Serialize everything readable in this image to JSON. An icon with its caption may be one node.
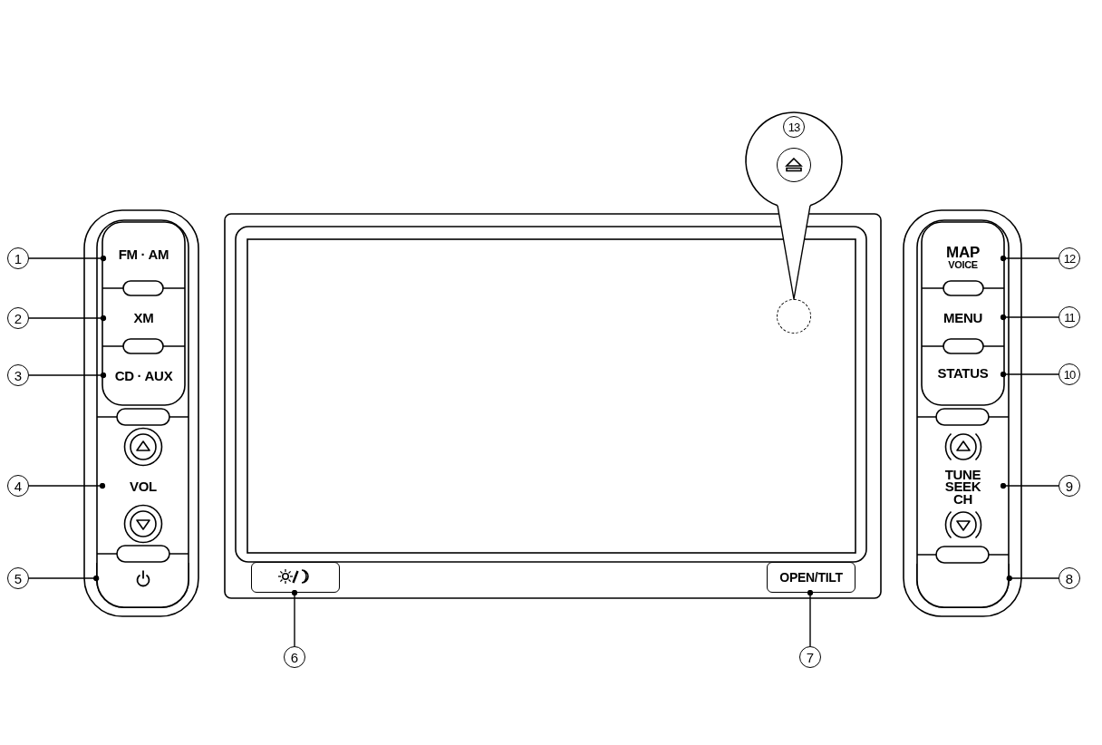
{
  "diagram": {
    "nodes": [
      {
        "text": [
          "13"
        ]
      },
      {
        "text": [],
        "shape": "circle",
        "in": 0
      },
      {
        "text": [],
        "shape": "circle"
      },
      {
        "text": [
          "1"
        ]
      },
      {
        "text": [
          "FM · AM"
        ]
      },
      {
        "text": [
          "2"
        ]
      },
      {
        "text": [
          "XM"
        ]
      },
      {
        "text": [
          "3"
        ]
      },
      {
        "text": [
          "CD · AUX"
        ]
      },
      {
        "text": [
          "4"
        ]
      },
      {
        "text": [
          "VOL"
        ]
      },
      {
        "text": [
          "5"
        ]
      },
      {
        "text": [],
        "shape": "box"
      },
      {
        "text": [],
        "shape": "box"
      },
      {
        "text": [
          "OPEN/TILT"
        ]
      },
      {
        "text": [
          "6"
        ]
      },
      {
        "text": [
          "7"
        ]
      },
      {
        "text": [
          "MAP",
          "VOICE"
        ]
      },
      {
        "text": [
          "12"
        ]
      },
      {
        "text": [
          "MENU"
        ]
      },
      {
        "text": [
          "11"
        ]
      },
      {
        "text": [
          "STATUS"
        ]
      },
      {
        "text": [
          "10"
        ]
      },
      {
        "text": [
          "TUNE SEEK CH"
        ]
      },
      {
        "text": [
          "9"
        ]
      },
      {
        "text": [],
        "shape": "box"
      },
      {
        "text": [
          "8"
        ]
      }
    ],
    "edges": [
      {
        "from": 0,
        "to": 2,
        "arrow": "none"
      },
      {
        "from": 3,
        "to": 4,
        "arrow": "other"
      },
      {
        "from": 5,
        "to": 6,
        "arrow": "other"
      },
      {
        "from": 7,
        "to": 8,
        "arrow": "other"
      },
      {
        "from": 9,
        "to": 10,
        "arrow": "other"
      },
      {
        "from": 11,
        "to": 12,
        "arrow": "other"
      },
      {
        "from": 15,
        "to": 13,
        "arrow": "other"
      },
      {
        "from": 16,
        "to": 14,
        "arrow": "other"
      },
      {
        "from": 18,
        "to": 17,
        "arrow": "other"
      },
      {
        "from": 20,
        "to": 19,
        "arrow": "other"
      },
      {
        "from": 22,
        "to": 21,
        "arrow": "other"
      },
      {
        "from": 24,
        "to": 23,
        "arrow": "other"
      },
      {
        "from": 26,
        "to": 25,
        "arrow": "other"
      }
    ]
  }
}
